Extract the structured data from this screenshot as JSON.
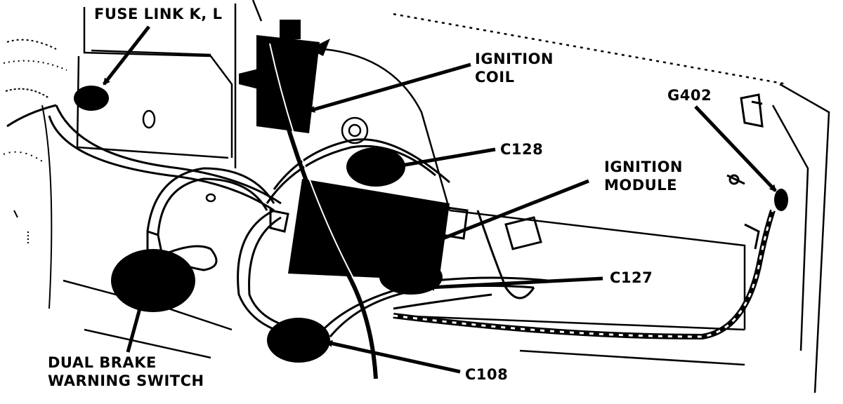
{
  "labels": {
    "fuse_link": "FUSE LINK K, L",
    "ignition_coil_line1": "IGNITION",
    "ignition_coil_line2": "COIL",
    "g402": "G402",
    "c128": "C128",
    "ignition_module_line1": "IGNITION",
    "ignition_module_line2": "MODULE",
    "c127": "C127",
    "dual_brake_line1": "DUAL BRAKE",
    "dual_brake_line2": "WARNING SWITCH",
    "c108": "C108"
  },
  "colors": {
    "ink": "#000000",
    "paper": "#ffffff"
  }
}
